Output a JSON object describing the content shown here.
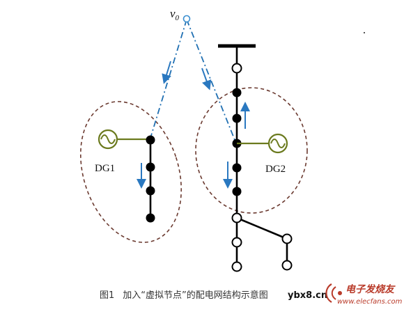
{
  "diagram": {
    "virtual_node_label": "v",
    "virtual_node_subscript": "0",
    "dg_left_label": "DG1",
    "dg_right_label": "DG2",
    "caption_number": "图1",
    "caption_text": "加入“虚拟节点”的配电网结构示意图"
  },
  "watermarks": {
    "site": "ybx8.cn",
    "brand": "电子发烧友",
    "brand_url": "www.elecfans.com"
  },
  "colors": {
    "line": "#000000",
    "dashed_link": "#1f6fb2",
    "arrow": "#2a78c0",
    "cluster_boundary": "#6b3a30",
    "dg_symbol": "#6b7a1e",
    "virtual_node": "#3a8fd0",
    "caption": "#333333",
    "watermark": "#b93b2a"
  }
}
